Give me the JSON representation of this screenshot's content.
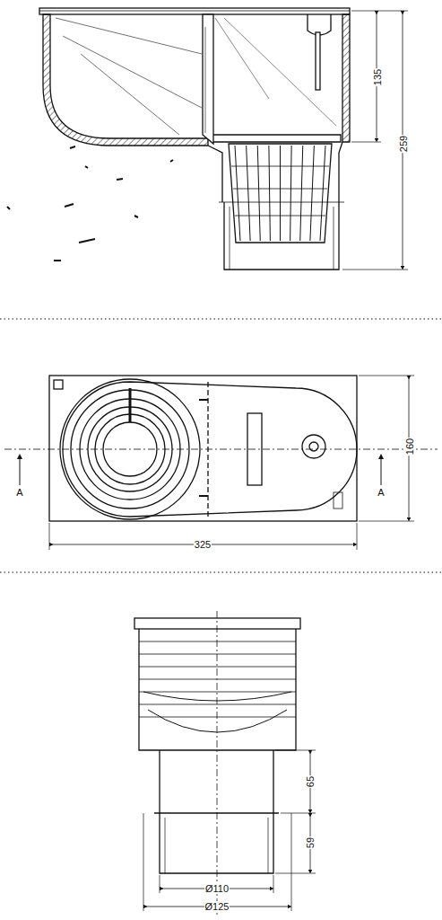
{
  "diagram": {
    "labels": [
      "135",
      "259",
      "A",
      "A",
      "325",
      "160",
      "65",
      "59",
      "Ø110",
      "Ø125"
    ]
  }
}
